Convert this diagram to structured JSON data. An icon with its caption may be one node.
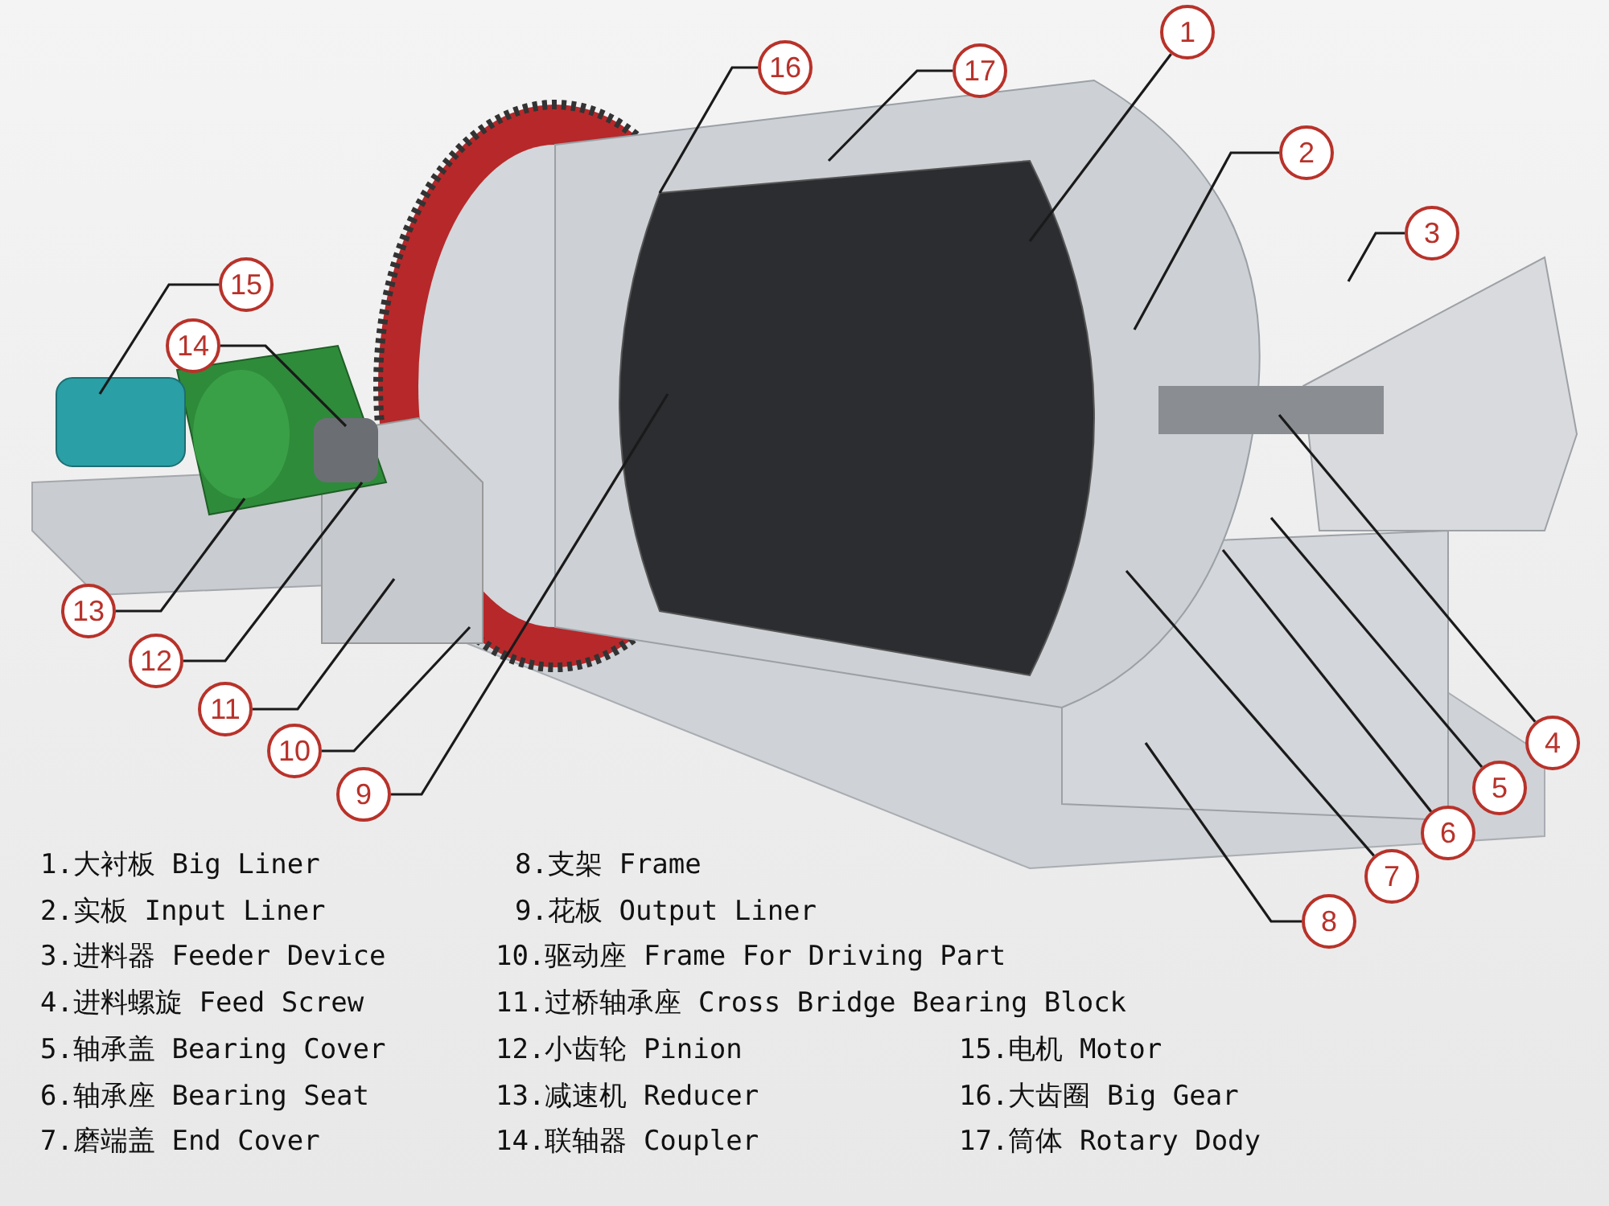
{
  "diagram": {
    "nodes": [
      {
        "text": [
          "1"
        ]
      },
      {
        "text": [
          "2"
        ]
      },
      {
        "text": [
          "3"
        ]
      },
      {
        "text": [
          "4"
        ]
      },
      {
        "text": [
          "5"
        ]
      },
      {
        "text": [
          "6"
        ]
      },
      {
        "text": [
          "7"
        ]
      },
      {
        "text": [
          "8"
        ]
      },
      {
        "text": [
          "9"
        ]
      },
      {
        "text": [
          "10"
        ]
      },
      {
        "text": [
          "11"
        ]
      },
      {
        "text": [
          "12"
        ]
      },
      {
        "text": [
          "13"
        ]
      },
      {
        "text": [
          "14"
        ]
      },
      {
        "text": [
          "15"
        ]
      },
      {
        "text": [
          "16"
        ]
      },
      {
        "text": [
          "17"
        ]
      }
    ],
    "edges": [
      {
        "from": 0,
        "to": null,
        "arrow": "none"
      },
      {
        "from": 1,
        "to": null,
        "arrow": "none"
      },
      {
        "from": 2,
        "to": null,
        "arrow": "none"
      },
      {
        "from": 3,
        "to": null,
        "arrow": "none"
      },
      {
        "from": 4,
        "to": null,
        "arrow": "none"
      },
      {
        "from": 5,
        "to": null,
        "arrow": "none"
      },
      {
        "from": 6,
        "to": null,
        "arrow": "none"
      },
      {
        "from": 7,
        "to": null,
        "arrow": "none"
      },
      {
        "from": 8,
        "to": null,
        "arrow": "none"
      },
      {
        "from": 9,
        "to": null,
        "arrow": "none"
      },
      {
        "from": 10,
        "to": null,
        "arrow": "none"
      },
      {
        "from": 11,
        "to": null,
        "arrow": "none"
      },
      {
        "from": 12,
        "to": null,
        "arrow": "none"
      },
      {
        "from": 13,
        "to": null,
        "arrow": "none"
      },
      {
        "from": 14,
        "to": null,
        "arrow": "none"
      },
      {
        "from": 15,
        "to": null,
        "arrow": "none"
      },
      {
        "from": 16,
        "to": null,
        "arrow": "none"
      }
    ],
    "labels": [
      "1.大衬板 Big Liner",
      "2.实板 Input Liner",
      "3.进料器 Feeder Device",
      "4.进料螺旋 Feed Screw",
      "5.轴承盖 Bearing Cover",
      "6.轴承座 Bearing Seat",
      "7.磨端盖 End Cover",
      "8.支架 Frame",
      "9.花板 Output Liner",
      "10.驱动座 Frame For Driving Part",
      "11.过桥轴承座 Cross Bridge Bearing Block",
      "12.小齿轮 Pinion",
      "13.减速机 Reducer",
      "14.联轴器 Coupler",
      "15.电机 Motor",
      "16.大齿圈 Big Gear",
      "17.筒体 Rotary Dody"
    ]
  }
}
